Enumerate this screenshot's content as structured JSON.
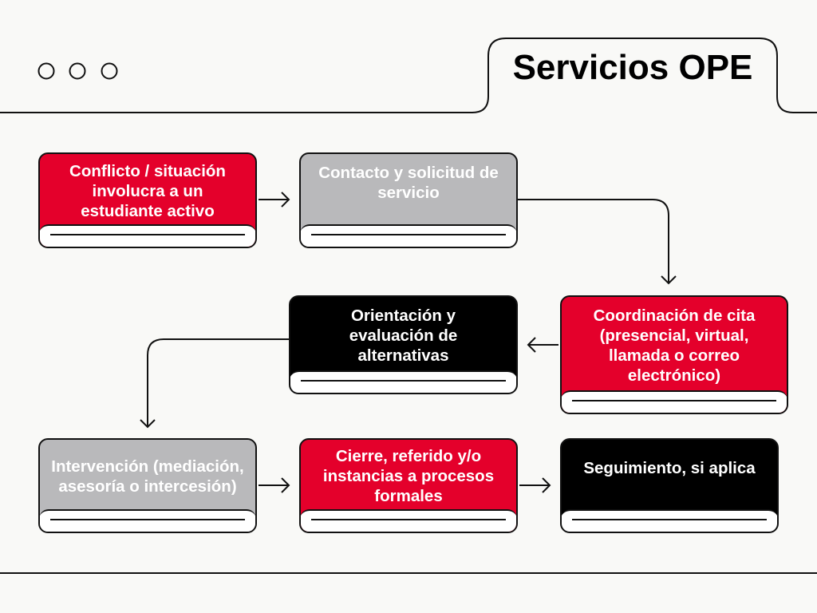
{
  "title": "Servicios OPE",
  "colors": {
    "red": "#e4002b",
    "gray": "#b9b9bb",
    "black": "#000000"
  },
  "steps": [
    {
      "label": "Conflicto / situación involucra a un estudiante activo",
      "color": "red"
    },
    {
      "label": "Contacto y solicitud de servicio",
      "color": "gray"
    },
    {
      "label": "Coordinación de cita (presencial, virtual, llamada o correo electrónico)",
      "color": "red"
    },
    {
      "label": "Orientación y evaluación de alternativas",
      "color": "black"
    },
    {
      "label": "Intervención (mediación, asesoría o intercesión)",
      "color": "gray"
    },
    {
      "label": "Cierre, referido y/o instancias a procesos formales",
      "color": "red"
    },
    {
      "label": "Seguimiento, si aplica",
      "color": "black"
    }
  ]
}
